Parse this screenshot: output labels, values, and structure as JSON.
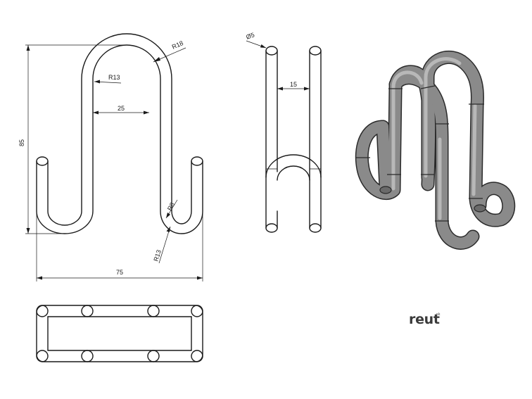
{
  "dimensions": {
    "outer_radius": "R18",
    "inner_radius": "R13",
    "hook_span": "25",
    "total_height": "85",
    "bend_radius": "R8",
    "bend_outer_radius": "R13",
    "total_width": "75",
    "tube_diameter": "Ø5",
    "tube_spacing": "15"
  },
  "brand": {
    "name": "reut",
    "superscript": "sk"
  }
}
